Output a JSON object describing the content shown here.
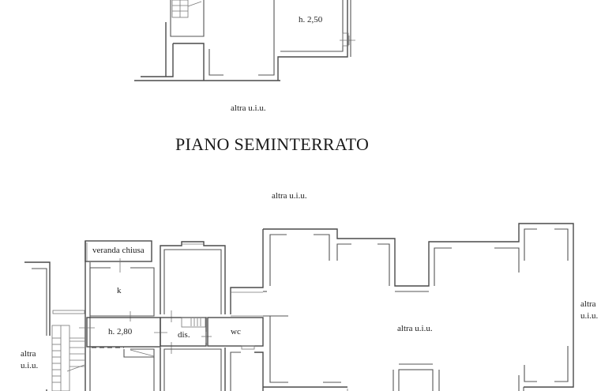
{
  "document": {
    "type": "floor-plan",
    "title": "PIANO SEMINTERRATO",
    "upper_plan": {
      "room_height": "h. 2,50",
      "below_label": "altra u.i.u."
    },
    "lower_plan": {
      "top_label": "altra u.i.u.",
      "rooms": {
        "veranda": "veranda chiusa",
        "kitchen": "k",
        "corridor_height": "h. 2,80",
        "disimpegno": "dis.",
        "bathroom": "wc"
      },
      "neighbors": {
        "left": [
          "altra",
          "u.i.u."
        ],
        "center": "altra u.i.u.",
        "right": [
          "altra",
          "u.i.u."
        ]
      }
    },
    "colors": {
      "background": "#ffffff",
      "lines": "#4a4a4a",
      "text": "#222222"
    }
  }
}
